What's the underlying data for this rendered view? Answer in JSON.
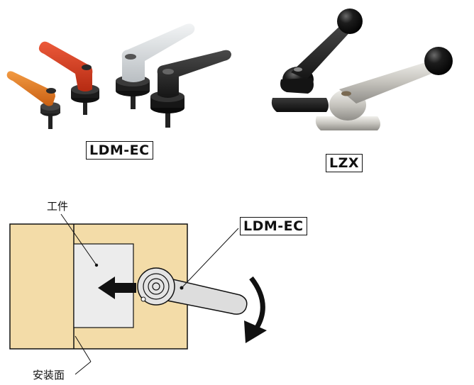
{
  "products": [
    {
      "model": "LDM-EC",
      "colors": [
        "#e07a1f",
        "#d2381c",
        "#d9dde0",
        "#2b2b2b"
      ]
    },
    {
      "model": "LZX",
      "colors": [
        "#1d1d1d",
        "#c9c7c2"
      ]
    }
  ],
  "diagram": {
    "callout_model": "LDM-EC",
    "workpiece_label": "工件",
    "mounting_surface_label": "安装面",
    "base_color": "#f3dca8",
    "workpiece_color": "#ececec"
  }
}
